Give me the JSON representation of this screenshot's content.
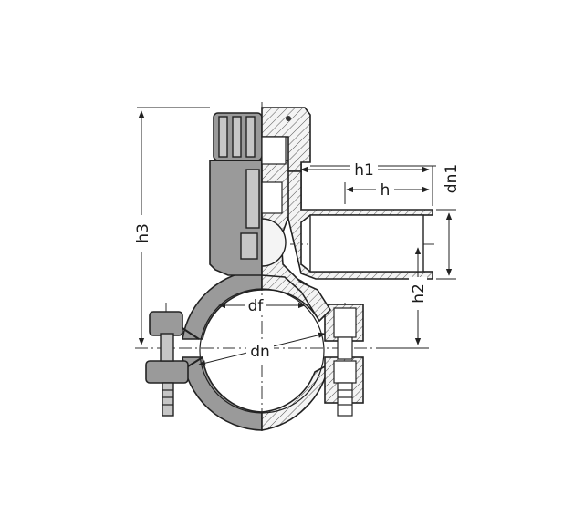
{
  "labels": {
    "h3": "h3",
    "h1": "h1",
    "h": "h",
    "dn1": "dn1",
    "h2": "h2",
    "df": "df",
    "dn": "dn"
  }
}
